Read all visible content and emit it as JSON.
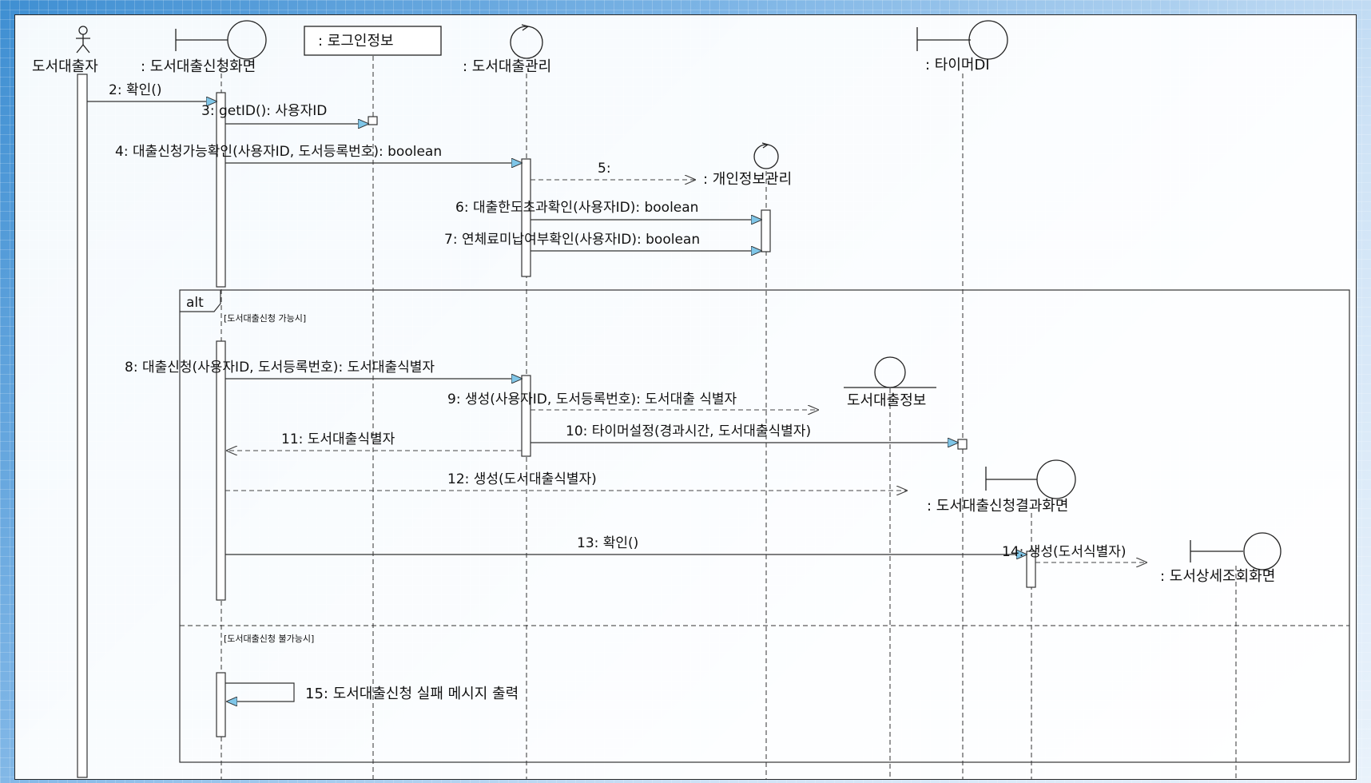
{
  "lifelines": {
    "actor": "도서대출자",
    "request_screen": ": 도서대출신청화면",
    "login_info": ": 로그인정보",
    "loan_manager": ": 도서대출관리",
    "timer": ": 타이머DI",
    "personal_info": ": 개인정보관리",
    "loan_info": "도서대출정보",
    "result_screen": ": 도서대출신청결과화면",
    "detail_screen": ": 도서상세조회화면"
  },
  "messages": {
    "m2": "2: 확인()",
    "m3": "3: getID(): 사용자ID",
    "m4": "4: 대출신청가능확인(사용자ID, 도서등록번호): boolean",
    "m5": "5:",
    "m6": "6: 대출한도초과확인(사용자ID): boolean",
    "m7": "7: 연체료미납여부확인(사용자ID): boolean",
    "m8": "8: 대출신청(사용자ID, 도서등록번호): 도서대출식별자",
    "m9": "9: 생성(사용자ID, 도서등록번호): 도서대출 식별자",
    "m10": "10: 타이머설정(경과시간, 도서대출식별자)",
    "m11": "11: 도서대출식별자",
    "m12": "12: 생성(도서대출식별자)",
    "m13": "13: 확인()",
    "m14": "14: 생성(도서식별자)",
    "m15": "15: 도서대출신청 실패 메시지 출력"
  },
  "fragment": {
    "operator": "alt",
    "guard1": "[도서대출신청 가능시]",
    "guard2": "[도서대출신청 불가능시]"
  }
}
